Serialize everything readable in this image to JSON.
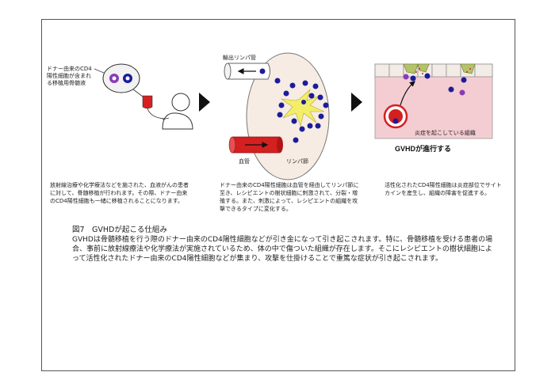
{
  "figure": {
    "title": "図7　GVHDが起こる仕組み",
    "caption": "GVHDは骨髄移植を行う際のドナー由来のCD4陽性細胞などが引き金になって引き起こされます。特に、骨髄移植を受ける患者の場合、事前に放射線療法や化学療法が実施されているため、体の中で傷ついた組織が存在します。そこにレシピエントの樹状細胞によって活性化されたドナー由来のCD4陽性細胞などが集まり、攻撃を仕掛けることで重篤な症状が引き起こされます。"
  },
  "stage1": {
    "label_line1": "ドナー由来のCD4",
    "label_line2": "陽性細胞が含まれ",
    "label_line3": "る移植用骨髄液",
    "description": "放射線治療や化学療法などを施された、血液がんの患者に対して、骨髄移植が行われます。その際、ドナー由来のCD4陽性細胞も一緒に移植されることになります。"
  },
  "stage2": {
    "lymph_vessel_label": "輸出リンパ管",
    "blood_vessel_label": "血管",
    "lymph_node_label": "リンパ節",
    "description": "ドナー由来のCD4陽性細胞は血管を経由してリンパ節に至き、レシピエントの樹状細胞に刺激されて、分裂・増殖する。また、刺激によって、レシピエントの組織を攻撃できるタイプに変化する。"
  },
  "stage3": {
    "inflamed_tissue_label": "炎症を起こしている組織",
    "title": "GVHDが進行する",
    "description": "活性化されたCD4陽性細胞は炎症部位でサイトカインを産生し、組織の障害を促進する。"
  },
  "colors": {
    "cell_blue": "#1c1c9a",
    "cell_purple": "#8a3bb8",
    "dendritic_yellow": "#f2ee6a",
    "vessel_red": "#d42020",
    "tissue_pink": "#f4cdd2",
    "lymph_node_fill": "#f7ece3"
  }
}
